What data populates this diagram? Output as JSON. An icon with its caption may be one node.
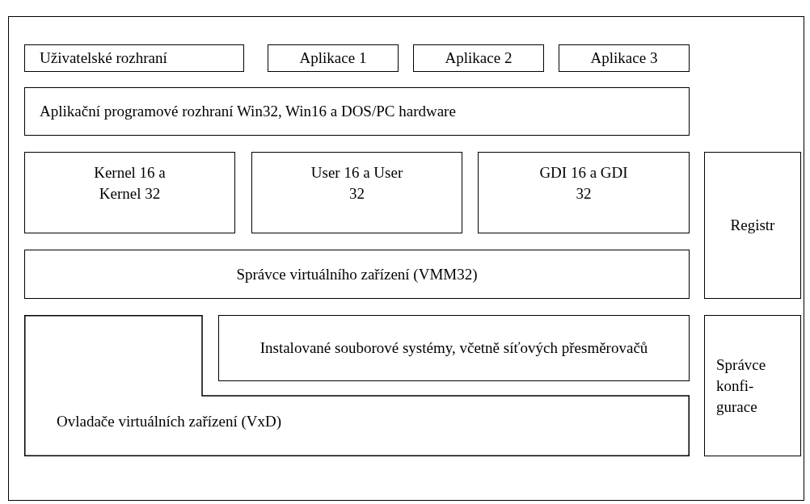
{
  "diagram": {
    "nodes": [
      {
        "text": [
          "Uživatelské rozhraní"
        ]
      },
      {
        "text": [
          "Aplikace 1"
        ]
      },
      {
        "text": [
          "Aplikace 2"
        ]
      },
      {
        "text": [
          "Aplikace 3"
        ]
      },
      {
        "text": [
          "Aplikační programové rozhraní Win32, Win16 a DOS/PC hardware"
        ]
      },
      {
        "text": [
          "Kernel 16 a Kernel 32"
        ]
      },
      {
        "text": [
          "User 16 a User 32"
        ]
      },
      {
        "text": [
          "GDI 16 a GDI 32"
        ]
      },
      {
        "text": [
          "Registr"
        ]
      },
      {
        "text": [
          "Správce virtuálního zařízení (VMM32)"
        ]
      },
      {
        "text": [
          "Instalované souborové systémy, včetně síťových přesměrovačů"
        ]
      },
      {
        "text": [
          "Ovladače virtuálních zařízení (VxD)"
        ]
      },
      {
        "text": [
          "Správce konfi- gurace"
        ]
      }
    ]
  }
}
